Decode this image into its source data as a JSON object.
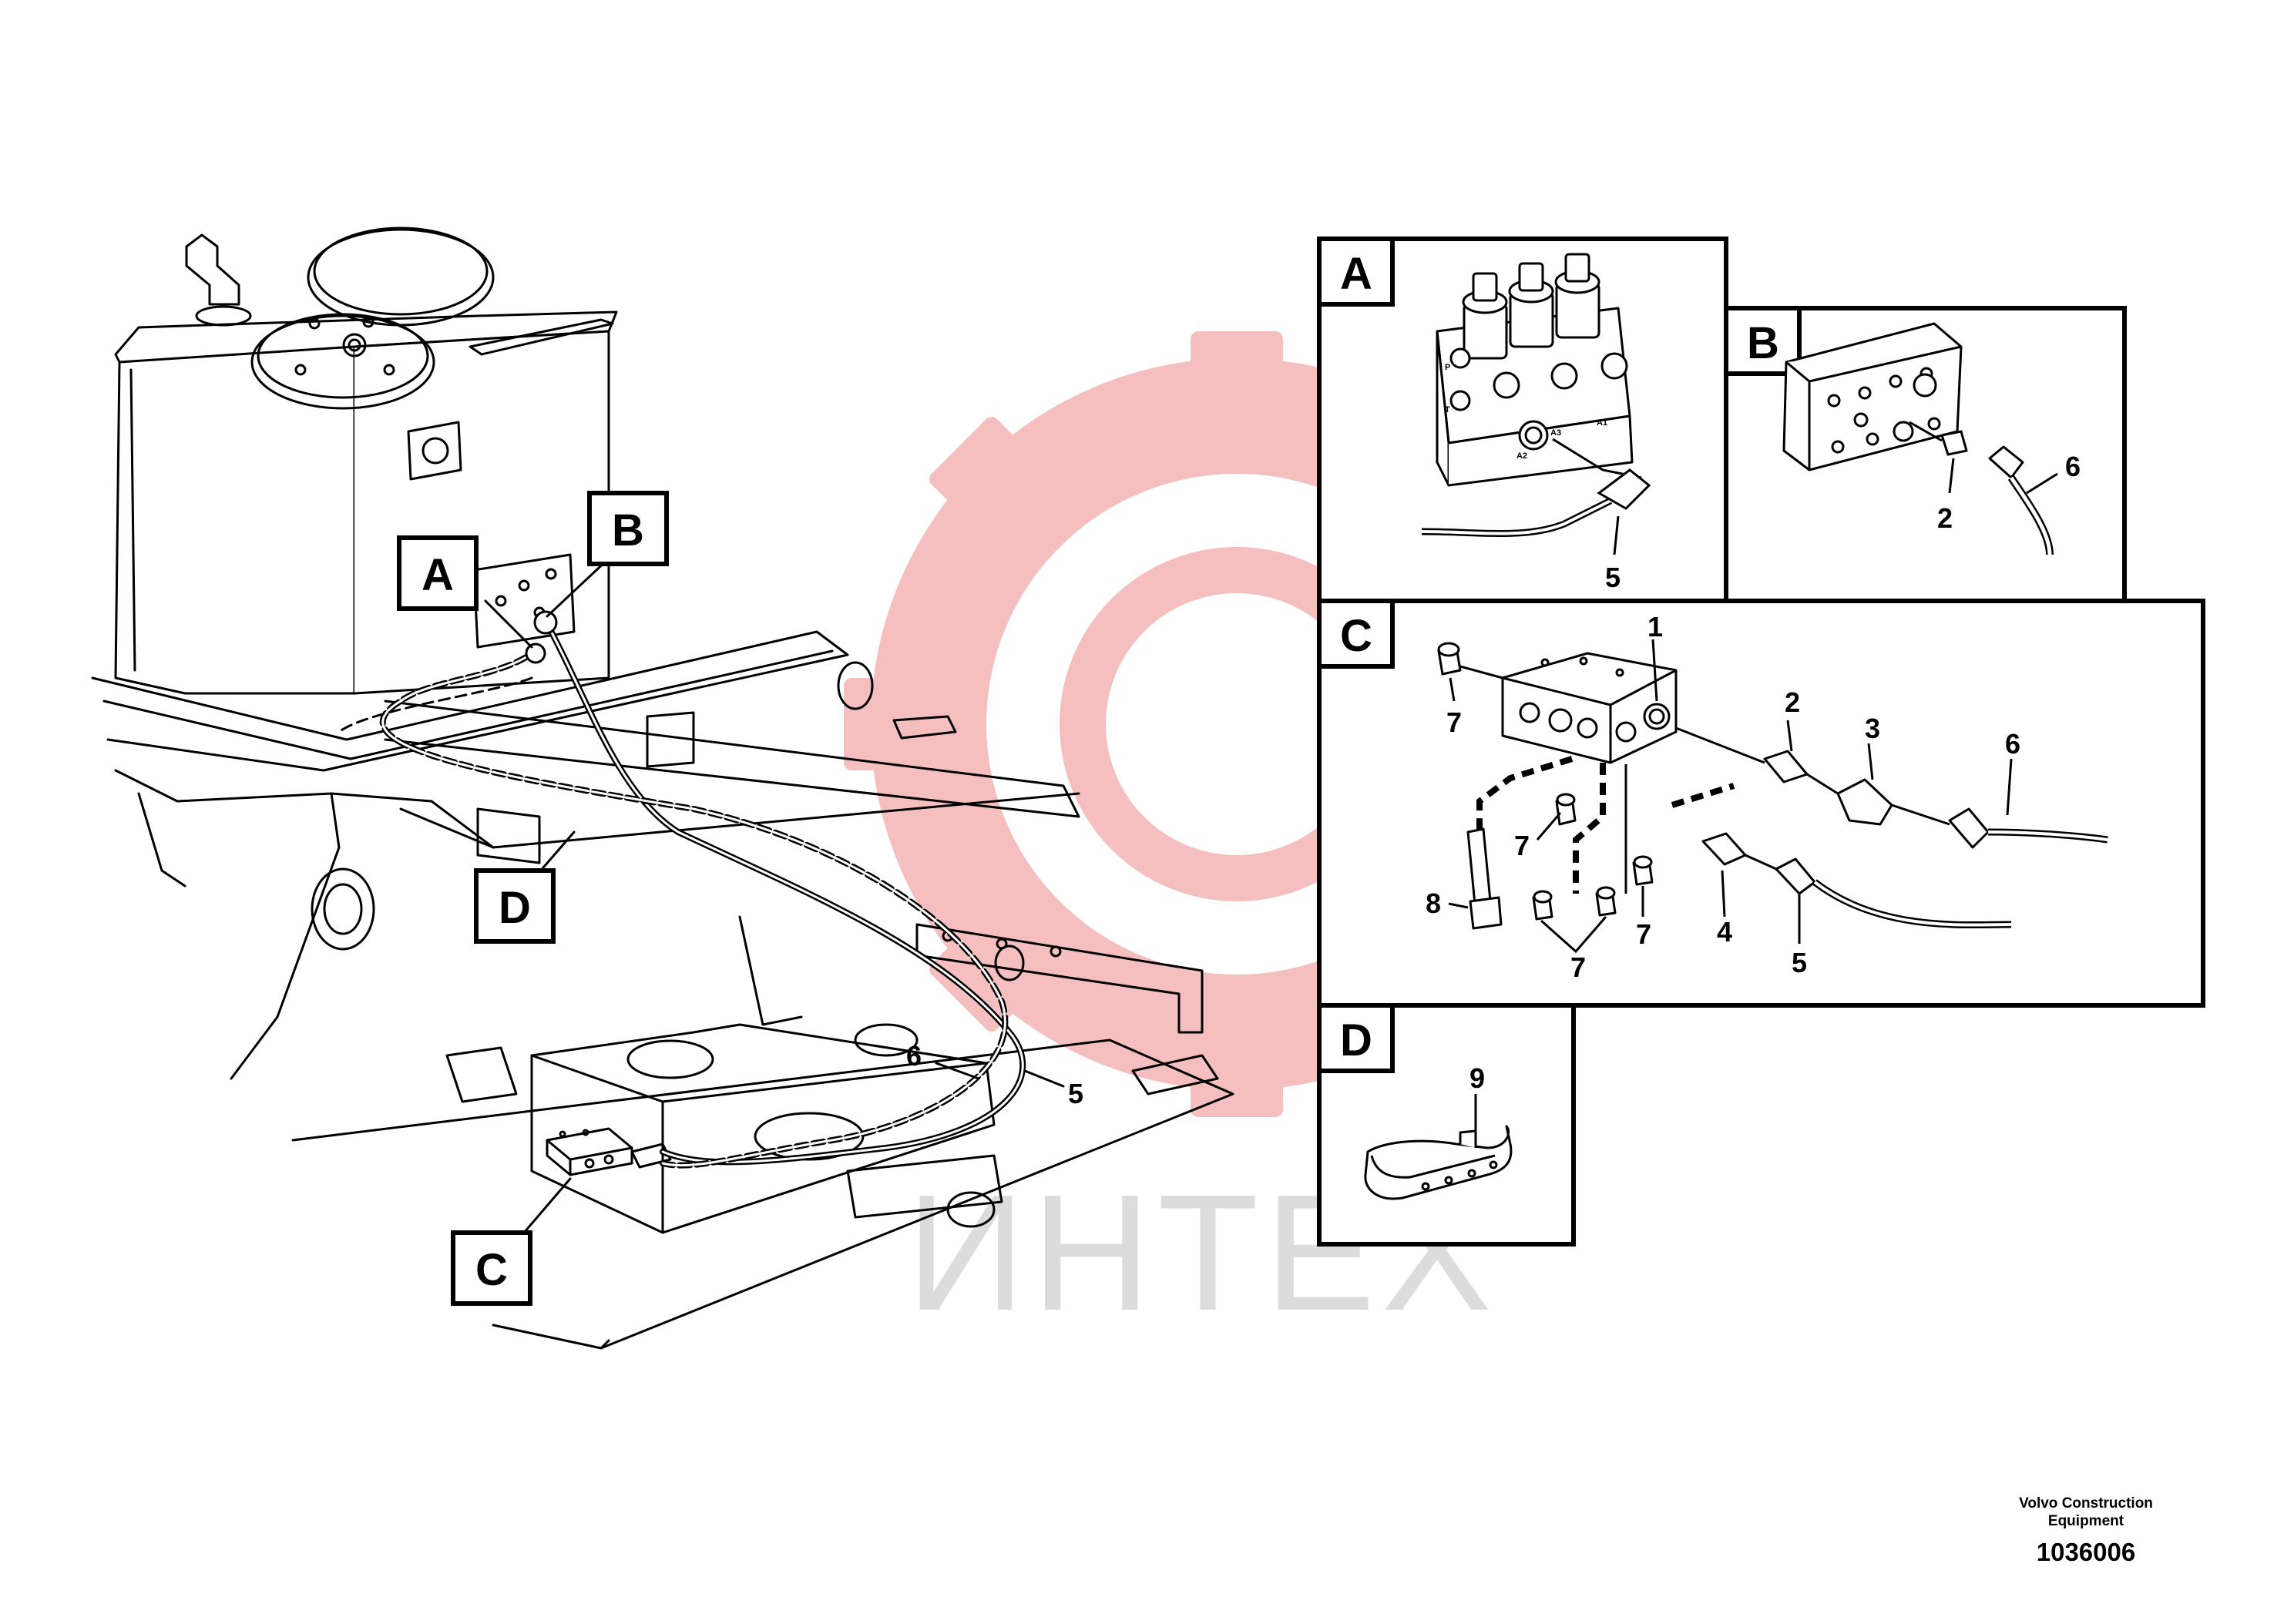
{
  "callouts": {
    "A": "A",
    "B": "B",
    "C": "C",
    "D": "D"
  },
  "watermark": {
    "text": "ИНТЕХ",
    "gear_color": "#f5bcbc",
    "text_color": "#dcdcdc"
  },
  "parts": {
    "detail_a": [
      "5"
    ],
    "detail_b": [
      "2",
      "6"
    ],
    "detail_c": [
      "1",
      "2",
      "3",
      "6",
      "7",
      "7",
      "8",
      "4",
      "5",
      "7",
      "7"
    ],
    "detail_d": [
      "9"
    ],
    "main": [
      "6",
      "5"
    ]
  },
  "valve_marks": [
    "P",
    "T",
    "A2",
    "A3",
    "A1"
  ],
  "footer": {
    "manufacturer_line1": "Volvo Construction",
    "manufacturer_line2": "Equipment",
    "document_number": "1036006"
  }
}
